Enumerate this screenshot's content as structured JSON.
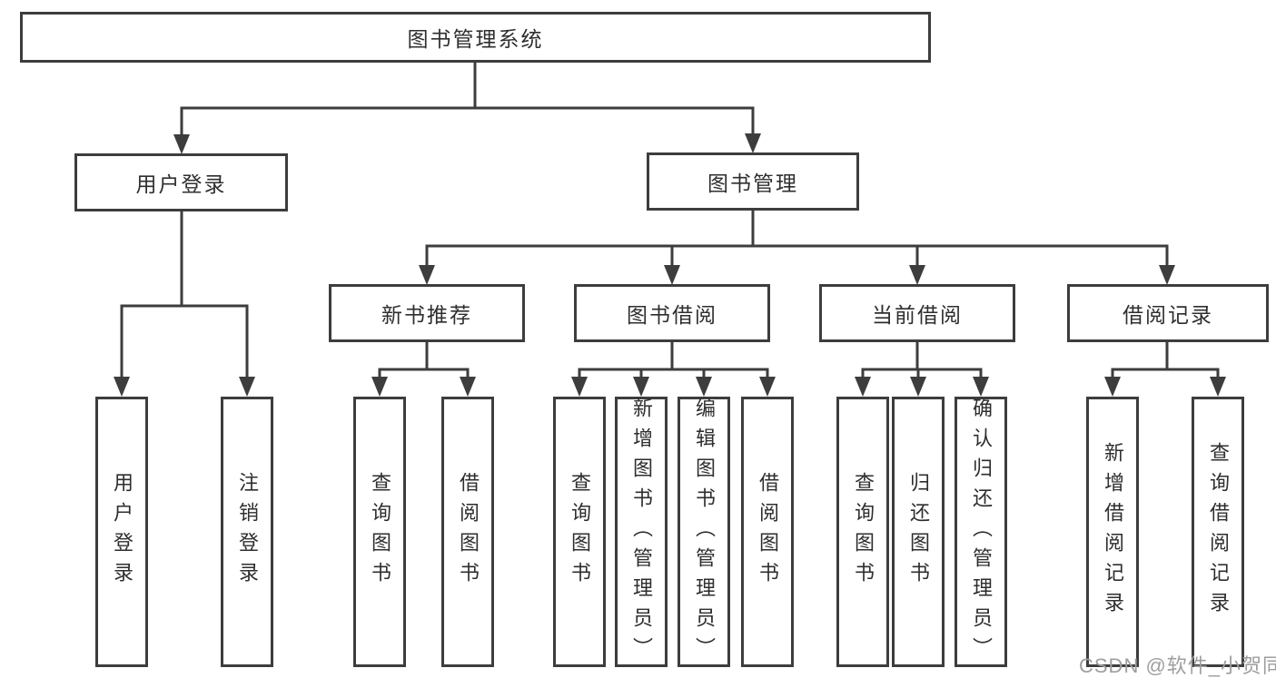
{
  "tree": {
    "root": {
      "label": "图书管理系统",
      "children": [
        {
          "label": "用户登录",
          "children": [
            {
              "label": "用户登录"
            },
            {
              "label": "注销登录"
            }
          ]
        },
        {
          "label": "图书管理",
          "children": [
            {
              "label": "新书推荐",
              "children": [
                {
                  "label": "查询图书"
                },
                {
                  "label": "借阅图书"
                }
              ]
            },
            {
              "label": "图书借阅",
              "children": [
                {
                  "label": "查询图书"
                },
                {
                  "label": "新增图书（管理员）"
                },
                {
                  "label": "编辑图书（管理员）"
                },
                {
                  "label": "借阅图书"
                }
              ]
            },
            {
              "label": "当前借阅",
              "children": [
                {
                  "label": "查询图书"
                },
                {
                  "label": "归还图书"
                },
                {
                  "label": "确认归还（管理员）"
                }
              ]
            },
            {
              "label": "借阅记录",
              "children": [
                {
                  "label": "新增借阅记录"
                },
                {
                  "label": "查询借阅记录"
                }
              ]
            }
          ]
        }
      ]
    }
  },
  "watermark": "CSDN @软件_小贺同学",
  "colors": {
    "line": "#3d3d3d",
    "text": "#2e2e2e",
    "watermark": "#9e9e9e",
    "background": "#ffffff"
  }
}
